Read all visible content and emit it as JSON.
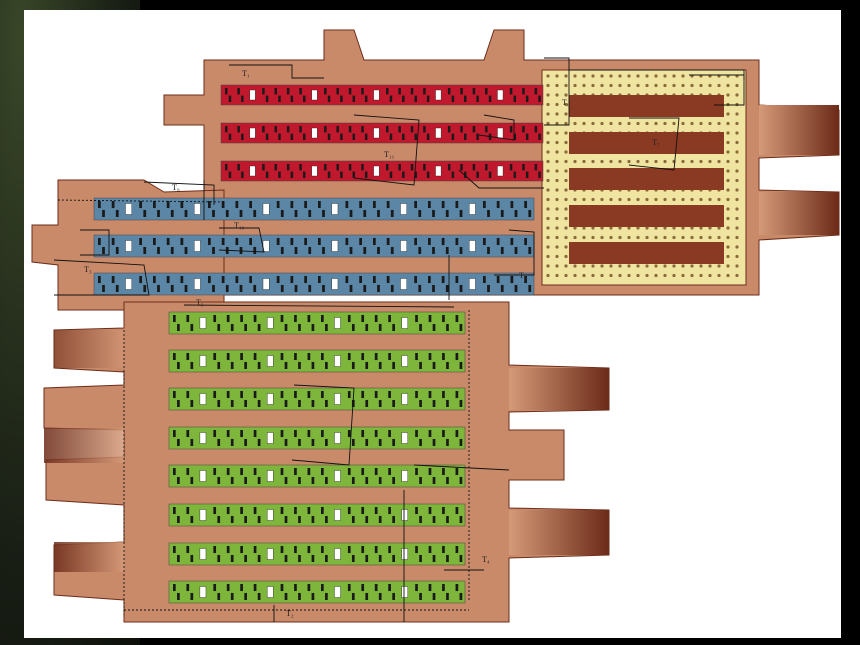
{
  "colors": {
    "background": "#000000",
    "panel": "#ffffff",
    "brown_platform": "#c98a6a",
    "brown_dark": "#6d2d1a",
    "red_block": "#c0182c",
    "blue_block": "#5b86a6",
    "green_block": "#7db63a",
    "yellow_block": "#efe4a0"
  },
  "labels": {
    "t1": "T₁",
    "t2": "T₂",
    "t3": "T₃",
    "t4": "T₄",
    "t5": "T₅",
    "t6": "T₆",
    "t7": "T₇",
    "t8": "T₈",
    "t9": "T₉",
    "t10": "T₁₀",
    "t11": "T₁₁"
  }
}
